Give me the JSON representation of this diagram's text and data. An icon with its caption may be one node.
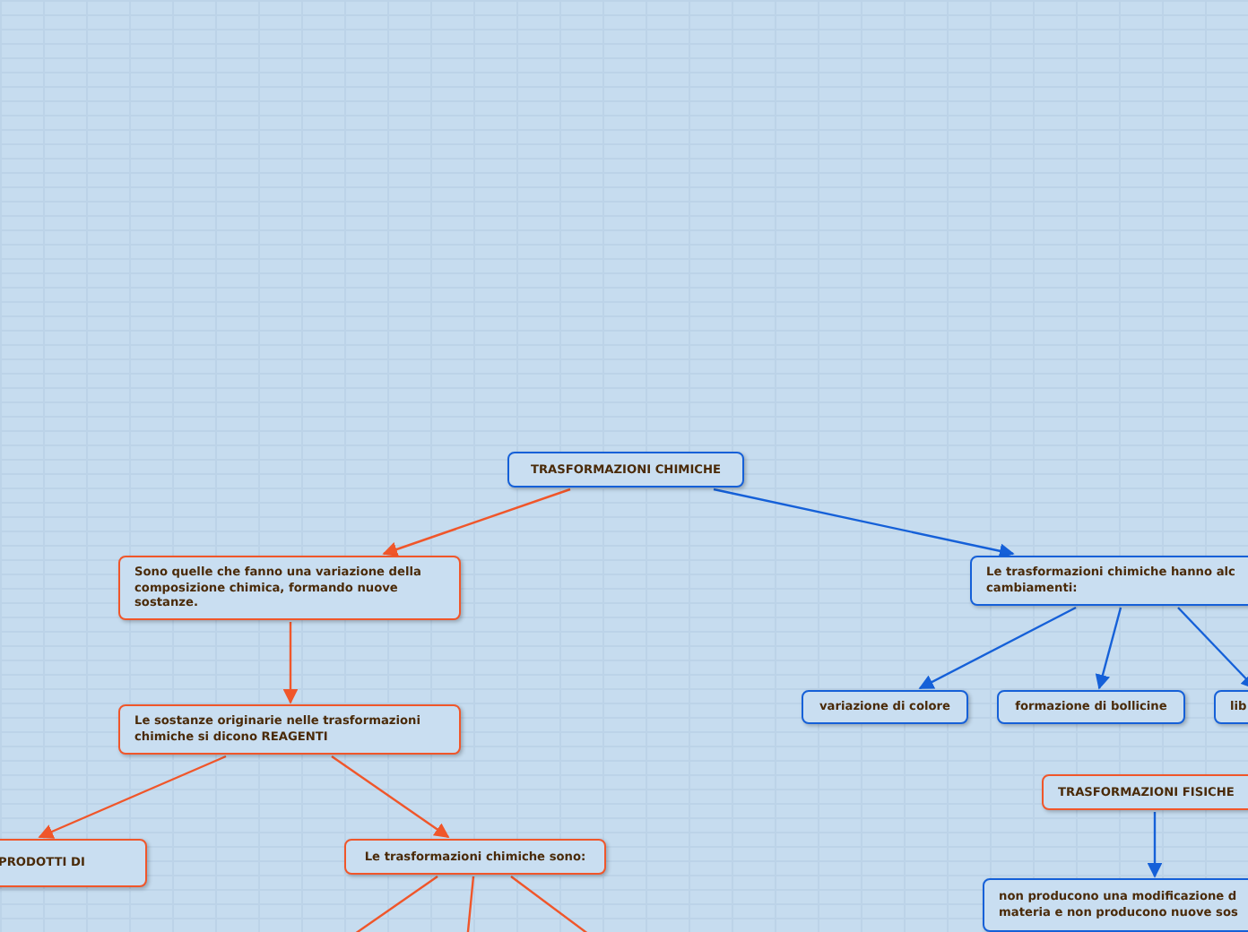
{
  "diagram": {
    "nodes": [
      {
        "text": [
          "TRASFORMAZIONI CHIMICHE"
        ]
      },
      {
        "text": [
          "Sono quelle che fanno una variazione della composizione chimica, formando nuove sostanze."
        ]
      },
      {
        "text": [
          "Le trasformazioni chimiche hanno alc cambiamenti:"
        ]
      },
      {
        "text": [
          "variazione di colore"
        ]
      },
      {
        "text": [
          "formazione di bollicine"
        ]
      },
      {
        "text": [
          "lib"
        ]
      },
      {
        "text": [
          "Le sostanze originarie nelle trasformazioni chimiche si dicono REAGENTI"
        ]
      },
      {
        "text": [
          "PRODOTTI DI"
        ]
      },
      {
        "text": [
          "Le trasformazioni chimiche sono:"
        ]
      },
      {
        "text": [
          "TRASFORMAZIONI FISICHE"
        ]
      },
      {
        "text": [
          "non producono una modificazione d materia e non producono nuove sos"
        ]
      }
    ],
    "edges": [
      {
        "from": 0,
        "to": 1,
        "arrow": "to"
      },
      {
        "from": 0,
        "to": 2,
        "arrow": "to",
        "color": "#1560d8"
      },
      {
        "from": 2,
        "to": 3,
        "arrow": "to",
        "color": "#1560d8"
      },
      {
        "from": 2,
        "to": 4,
        "arrow": "to",
        "color": "#1560d8"
      },
      {
        "from": 2,
        "to": 5,
        "arrow": "to",
        "color": "#1560d8"
      },
      {
        "from": 1,
        "to": 6,
        "arrow": "to"
      },
      {
        "from": 6,
        "to": 7,
        "arrow": "to"
      },
      {
        "from": 6,
        "to": 8,
        "arrow": "to"
      },
      {
        "from": 8,
        "to": null,
        "arrow": "none"
      },
      {
        "from": 8,
        "to": null,
        "arrow": "none"
      },
      {
        "from": 8,
        "to": null,
        "arrow": "none"
      },
      {
        "from": 9,
        "to": 10,
        "arrow": "to",
        "color": "#1560d8"
      }
    ]
  }
}
